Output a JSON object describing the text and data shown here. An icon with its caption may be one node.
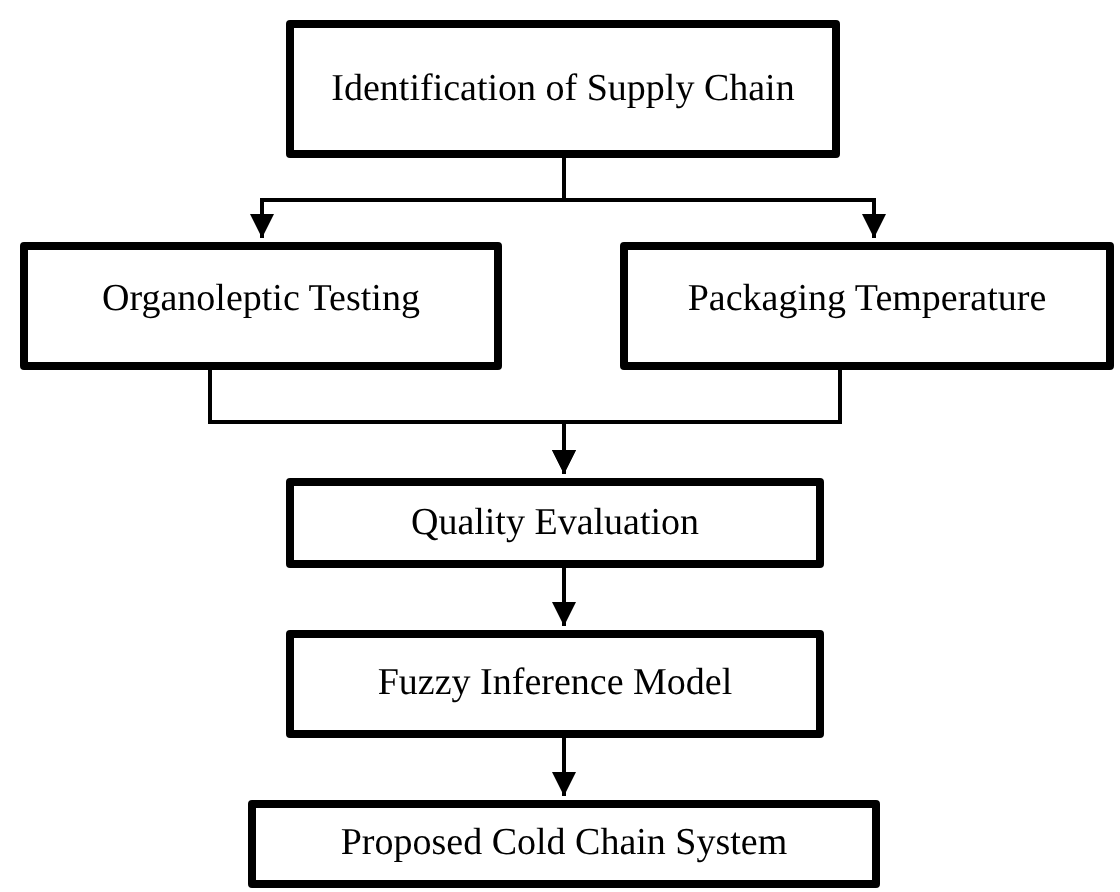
{
  "diagram": {
    "nodes": [
      {
        "text": [
          "Identification of Supply Chain"
        ]
      },
      {
        "text": [
          "Organoleptic Testing"
        ]
      },
      {
        "text": [
          "Packaging Temperature"
        ]
      },
      {
        "text": [
          "Quality Evaluation"
        ]
      },
      {
        "text": [
          "Fuzzy Inference Model"
        ]
      },
      {
        "text": [
          "Proposed Cold Chain System"
        ]
      }
    ],
    "edges": [
      {
        "from": 0,
        "to": 1,
        "arrow": "to"
      },
      {
        "from": 0,
        "to": 2,
        "arrow": "to"
      },
      {
        "from": 1,
        "to": 3,
        "arrow": "to"
      },
      {
        "from": 2,
        "to": 3,
        "arrow": "to"
      },
      {
        "from": 3,
        "to": 4,
        "arrow": "to"
      },
      {
        "from": 4,
        "to": 5,
        "arrow": "to"
      }
    ]
  }
}
